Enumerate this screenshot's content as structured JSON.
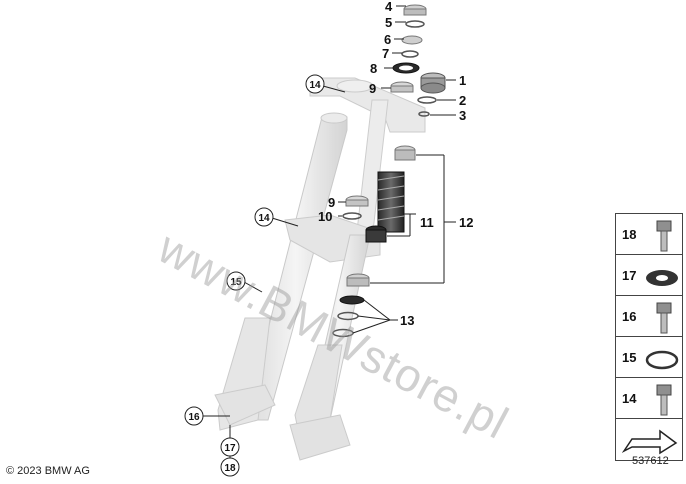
{
  "diagram": {
    "callouts": {
      "c1": "1",
      "c2": "2",
      "c3": "3",
      "c4": "4",
      "c5": "5",
      "c6": "6",
      "c7": "7",
      "c8": "8",
      "c9a": "9",
      "c9b": "9",
      "c10": "10",
      "c11": "11",
      "c12": "12",
      "c13": "13",
      "c14a": "14",
      "c14b": "14",
      "c15": "15",
      "c16": "16",
      "c17": "17",
      "c18": "18"
    },
    "watermark": "www.BMWstore.pl",
    "copyright": "© 2023 BMW AG",
    "diagram_number": "537612"
  },
  "legend": {
    "items": [
      {
        "num": "18",
        "icon": "hex-socket-bolt-icon"
      },
      {
        "num": "17",
        "icon": "flat-washer-icon"
      },
      {
        "num": "16",
        "icon": "hex-socket-bolt-icon"
      },
      {
        "num": "15",
        "icon": "o-ring-icon"
      },
      {
        "num": "14",
        "icon": "hex-socket-bolt-icon"
      },
      {
        "num": "",
        "icon": "arrow-icon"
      }
    ]
  }
}
